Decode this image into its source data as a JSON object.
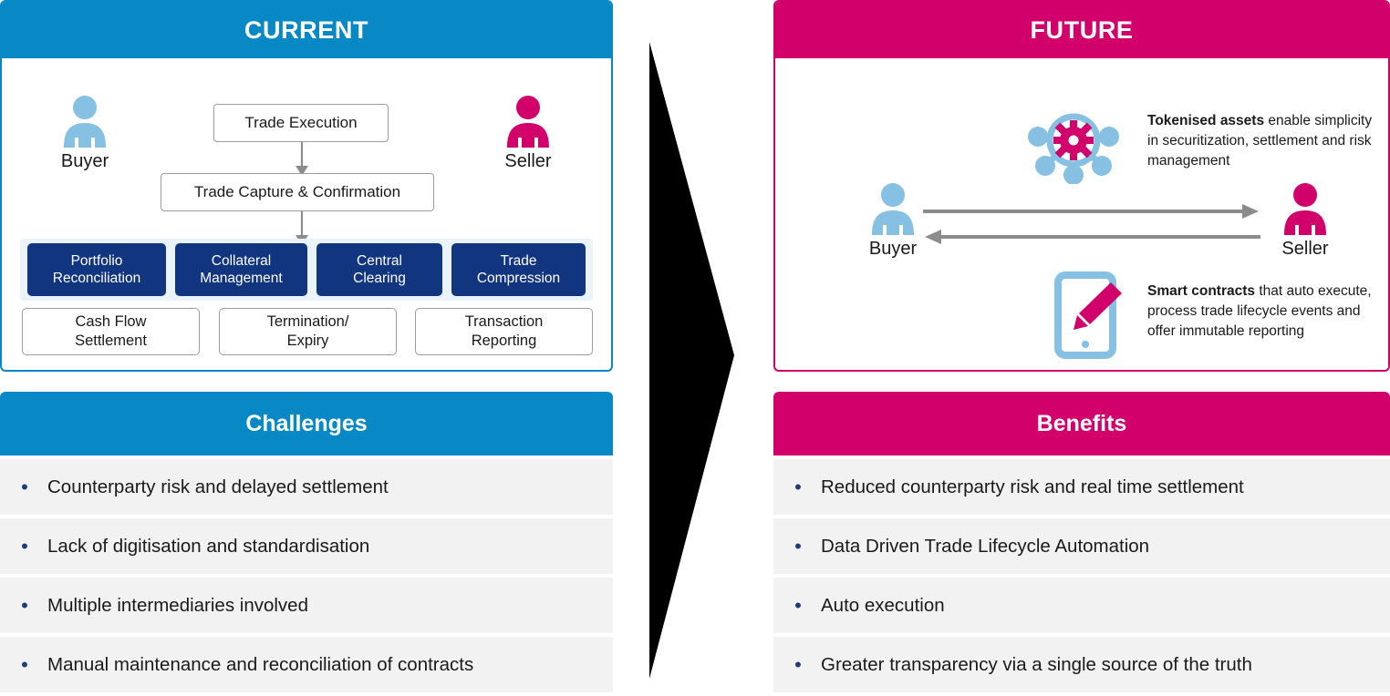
{
  "theme": {
    "blue": "#0889c5",
    "pink": "#d1006b",
    "navy": "#12357f",
    "light_blue": "#86c0e3",
    "band": "#eaf3fa",
    "row_bg": "#f2f2f2",
    "arrow_gray": "#8c8c8c",
    "chevron": "#000000"
  },
  "current": {
    "title": "CURRENT",
    "buyer": {
      "label": "Buyer",
      "icon": "person-icon"
    },
    "seller": {
      "label": "Seller",
      "icon": "person-icon"
    },
    "flow": [
      {
        "label": "Trade Execution"
      },
      {
        "label": "Trade Capture & Confirmation"
      }
    ],
    "chips": [
      {
        "line1": "Portfolio",
        "line2": "Reconciliation"
      },
      {
        "line1": "Collateral",
        "line2": "Management"
      },
      {
        "line1": "Central",
        "line2": "Clearing"
      },
      {
        "line1": "Trade",
        "line2": "Compression"
      }
    ],
    "outcomes": [
      {
        "line1": "Cash Flow",
        "line2": "Settlement"
      },
      {
        "line1": "Termination/",
        "line2": "Expiry"
      },
      {
        "line1": "Transaction",
        "line2": "Reporting"
      }
    ]
  },
  "future": {
    "title": "FUTURE",
    "buyer": {
      "label": "Buyer",
      "icon": "person-icon"
    },
    "seller": {
      "label": "Seller",
      "icon": "person-icon"
    },
    "annotations": [
      {
        "icon": "network-hub-gear-icon",
        "bold": "Tokenised assets",
        "rest": " enable simplicity in securitization, settlement and risk management"
      },
      {
        "icon": "tablet-pen-icon",
        "bold": "Smart contracts",
        "rest": " that auto execute, process trade lifecycle events and offer immutable reporting"
      }
    ]
  },
  "challenges": {
    "title": "Challenges",
    "items": [
      "Counterparty risk and delayed settlement",
      "Lack of digitisation and standardisation",
      "Multiple intermediaries involved",
      "Manual maintenance and reconciliation of contracts"
    ]
  },
  "benefits": {
    "title": "Benefits",
    "items": [
      "Reduced counterparty risk and real time settlement",
      "Data Driven Trade Lifecycle Automation",
      "Auto execution",
      "Greater transparency via a single source of the truth"
    ]
  },
  "center": {
    "icon": "right-chevron-arrow-icon"
  }
}
